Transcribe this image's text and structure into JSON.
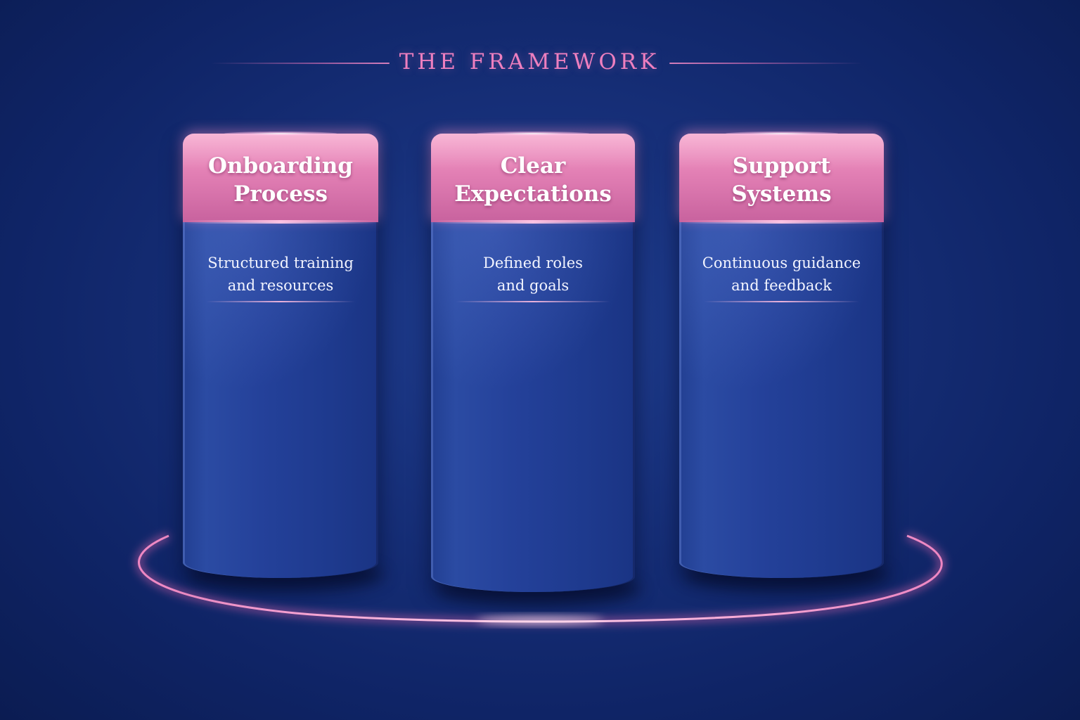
{
  "title": "THE FRAMEWORK",
  "pillars": [
    {
      "title_line1": "Onboarding",
      "title_line2": "Process",
      "desc_line1": "Structured training",
      "desc_line2": "and resources"
    },
    {
      "title_line1": "Clear",
      "title_line2": "Expectations",
      "desc_line1": "Defined roles",
      "desc_line2": "and goals"
    },
    {
      "title_line1": "Support",
      "title_line2": "Systems",
      "desc_line1": "Continuous guidance",
      "desc_line2": "and feedback"
    }
  ],
  "colors": {
    "background": "#17307a",
    "accent_pink": "#ee7fbf",
    "header_pink": "#e27fb4",
    "pillar_blue": "#24419a",
    "ring_glow": "#ff7fbd"
  }
}
